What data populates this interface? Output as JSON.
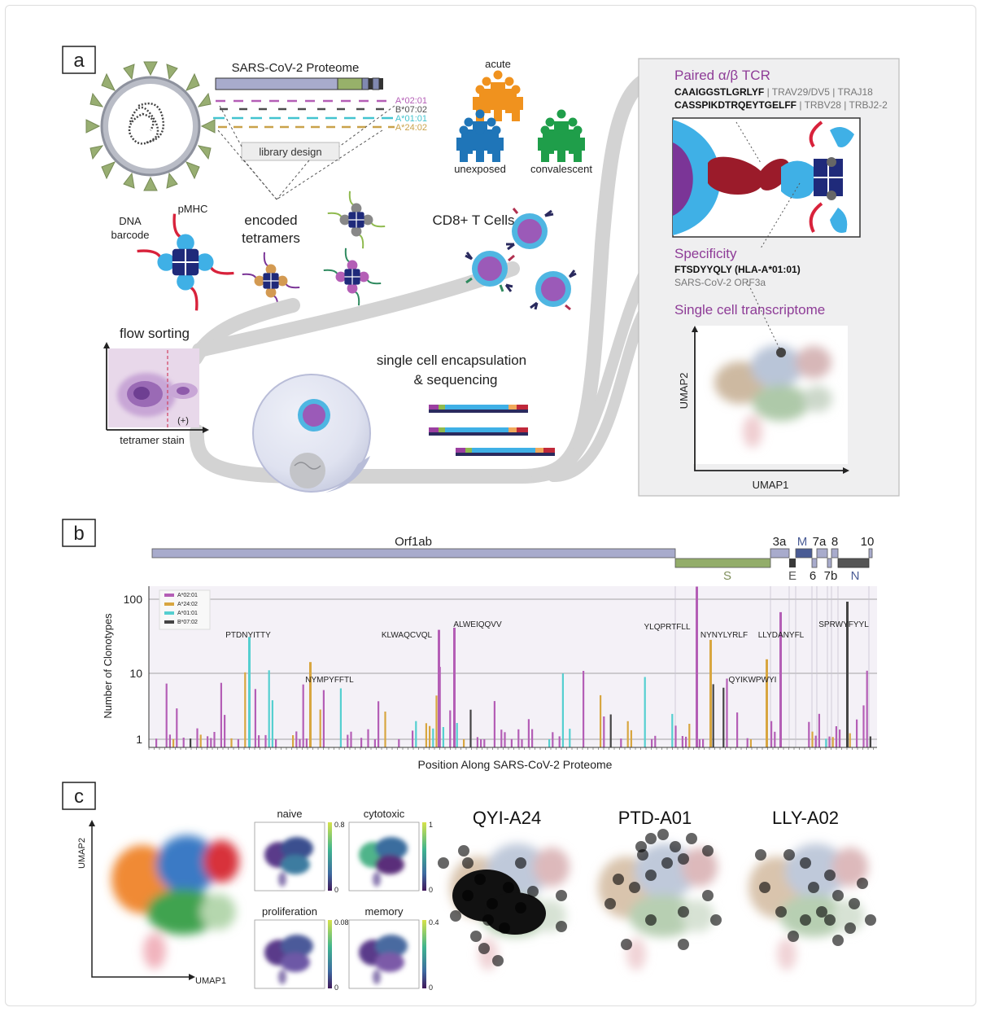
{
  "panels": {
    "a": "a",
    "b": "b",
    "c": "c"
  },
  "panel_a": {
    "proteome_title": "SARS-CoV-2 Proteome",
    "alleles": [
      "A*02:01",
      "B*07:02",
      "A*01:01",
      "A*24:02"
    ],
    "allele_colors": [
      "#b45eb6",
      "#4d4d4d",
      "#43c4cf",
      "#c9a24a"
    ],
    "library_design": "library design",
    "cohorts": {
      "acute": "acute",
      "unexposed": "unexposed",
      "convalescent": "convalescent"
    },
    "pmhc": "pMHC",
    "dna_barcode_1": "DNA",
    "dna_barcode_2": "barcode",
    "encoded_1": "encoded",
    "encoded_2": "tetramers",
    "cd8": "CD8+ T Cells",
    "flow_sorting": "flow sorting",
    "tetramer_stain": "tetramer stain",
    "gate_label": "(+)",
    "encapsulation_1": "single cell encapsulation",
    "encapsulation_2": "& sequencing",
    "paired_tcr": "Paired α/β TCR",
    "tcr_alpha_cdr3": "CAAIGGSTLGRLYF",
    "tcr_alpha_genes": " | TRAV29/DV5 | TRAJ18",
    "tcr_beta_cdr3": "CASSPIKDTRQEYTGELFF",
    "tcr_beta_genes": " | TRBV28 | TRBJ2-2",
    "specificity": "Specificity",
    "specificity_epitope": "FTSDYYQLY (HLA-A*01:01)",
    "specificity_source": "SARS-CoV-2 ORF3a",
    "transcriptome": "Single cell transcriptome",
    "umap1": "UMAP1",
    "umap2": "UMAP2"
  },
  "panel_b": {
    "genes_top": [
      {
        "label": "Orf1ab"
      },
      {
        "label": "3a"
      },
      {
        "label": "M"
      },
      {
        "label": "7a"
      },
      {
        "label": "8"
      },
      {
        "label": "10"
      }
    ],
    "genes_bottom": [
      {
        "label": "S"
      },
      {
        "label": "E"
      },
      {
        "label": "6"
      },
      {
        "label": "7b"
      },
      {
        "label": "N"
      }
    ],
    "legend": [
      "A*02:01",
      "A*24:02",
      "A*01:01",
      "B*07:02"
    ],
    "epitopes": [
      "PTDNYITTY",
      "NYMPYFFTL",
      "KLWAQCVQL",
      "ALWEIQQVV",
      "YLQPRTFLL",
      "NYNYLYRLF",
      "QYIKWPWYI",
      "LLYDANYFL",
      "SPRWYFYYL"
    ]
  },
  "chart_data": {
    "type": "bar",
    "xlabel": "Position Along SARS-CoV-2 Proteome",
    "ylabel": "Number of Clonotypes",
    "yscale": "log",
    "ylim": [
      1,
      150
    ],
    "yticks": [
      "1",
      "10",
      "100"
    ],
    "series_colors": {
      "A*02:01": "#b45eb6",
      "A*24:02": "#d8a640",
      "A*01:01": "#55cfd0",
      "B*07:02": "#444444"
    },
    "labeled_bars": [
      {
        "epitope": "PTDNYITTY",
        "allele": "A*01:01",
        "value": 24
      },
      {
        "epitope": "NYMPYFFTL",
        "allele": "A*24:02",
        "value": 11
      },
      {
        "epitope": "KLWAQCVQL",
        "allele": "A*02:01",
        "value": 30
      },
      {
        "epitope": "ALWEIQQVV",
        "allele": "A*02:01",
        "value": 32
      },
      {
        "epitope": "YLQPRTFLL",
        "allele": "A*02:01",
        "value": 115
      },
      {
        "epitope": "NYNYLYRLF",
        "allele": "A*24:02",
        "value": 22
      },
      {
        "epitope": "QYIKWPWYI",
        "allele": "A*24:02",
        "value": 12
      },
      {
        "epitope": "LLYDANYFL",
        "allele": "A*02:01",
        "value": 52
      },
      {
        "epitope": "SPRWYFYYL",
        "allele": "B*07:02",
        "value": 72
      }
    ]
  },
  "panel_c": {
    "umap1": "UMAP1",
    "umap2": "UMAP2",
    "small_plots": [
      {
        "title": "naive",
        "cbar_max": "0.8",
        "cbar_min": "0"
      },
      {
        "title": "cytotoxic",
        "cbar_max": "1",
        "cbar_min": "0"
      },
      {
        "title": "proliferation",
        "cbar_max": "0.08",
        "cbar_min": "0"
      },
      {
        "title": "memory",
        "cbar_max": "0.4",
        "cbar_min": "0"
      }
    ],
    "epitope_plots": [
      "QYI-A24",
      "PTD-A01",
      "LLY-A02"
    ]
  }
}
